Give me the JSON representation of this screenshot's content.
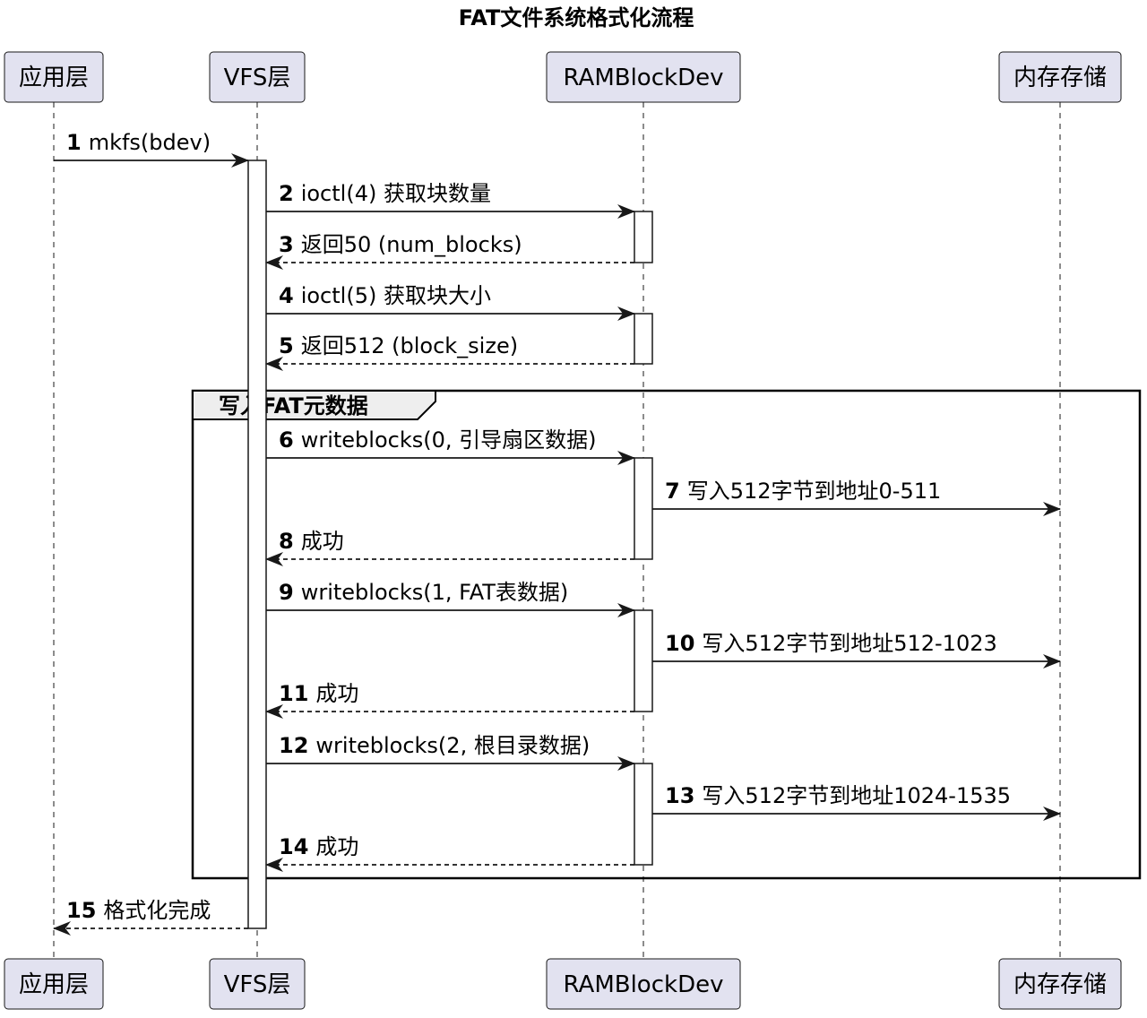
{
  "title": "FAT文件系统格式化流程",
  "participants": [
    {
      "id": "app",
      "label": "应用层"
    },
    {
      "id": "vfs",
      "label": "VFS层"
    },
    {
      "id": "ram",
      "label": "RAMBlockDev"
    },
    {
      "id": "mem",
      "label": "内存存储"
    }
  ],
  "group": {
    "label": "写入FAT元数据"
  },
  "messages": [
    {
      "num": "1",
      "text": "mkfs(bdev)",
      "from": "app",
      "to": "vfs",
      "dashed": false
    },
    {
      "num": "2",
      "text": "ioctl(4) 获取块数量",
      "from": "vfs",
      "to": "ram",
      "dashed": false
    },
    {
      "num": "3",
      "text": "返回50 (num_blocks)",
      "from": "ram",
      "to": "vfs",
      "dashed": true
    },
    {
      "num": "4",
      "text": "ioctl(5) 获取块大小",
      "from": "vfs",
      "to": "ram",
      "dashed": false
    },
    {
      "num": "5",
      "text": "返回512 (block_size)",
      "from": "ram",
      "to": "vfs",
      "dashed": true
    },
    {
      "num": "6",
      "text": "writeblocks(0, 引导扇区数据)",
      "from": "vfs",
      "to": "ram",
      "dashed": false
    },
    {
      "num": "7",
      "text": "写入512字节到地址0-511",
      "from": "ram",
      "to": "mem",
      "dashed": false
    },
    {
      "num": "8",
      "text": "成功",
      "from": "ram",
      "to": "vfs",
      "dashed": true
    },
    {
      "num": "9",
      "text": "writeblocks(1, FAT表数据)",
      "from": "vfs",
      "to": "ram",
      "dashed": false
    },
    {
      "num": "10",
      "text": "写入512字节到地址512-1023",
      "from": "ram",
      "to": "mem",
      "dashed": false
    },
    {
      "num": "11",
      "text": "成功",
      "from": "ram",
      "to": "vfs",
      "dashed": true
    },
    {
      "num": "12",
      "text": "writeblocks(2, 根目录数据)",
      "from": "vfs",
      "to": "ram",
      "dashed": false
    },
    {
      "num": "13",
      "text": "写入512字节到地址1024-1535",
      "from": "ram",
      "to": "mem",
      "dashed": false
    },
    {
      "num": "14",
      "text": "成功",
      "from": "ram",
      "to": "vfs",
      "dashed": true
    },
    {
      "num": "15",
      "text": "格式化完成",
      "from": "vfs",
      "to": "app",
      "dashed": true
    }
  ]
}
